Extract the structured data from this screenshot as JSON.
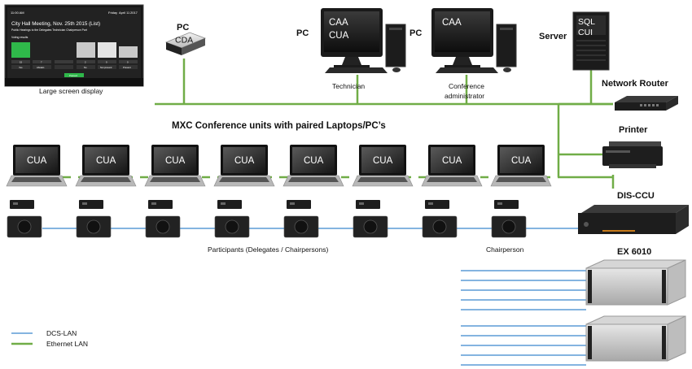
{
  "large_display": {
    "caption": "Large screen display",
    "header_left": "11:00 AM",
    "header_right": [
      "Friday",
      "April 11",
      "2017"
    ],
    "meeting_title": "City Hall Meeting, Nov. 25th 2015 (List)",
    "meeting_subtitle": "Public Hearings to the Delegates Technician Chairperson Part",
    "section_label": "Voting results",
    "tile_labels": [
      "Yes",
      "Abstain",
      "No",
      "Not present",
      "Present"
    ],
    "tile_counts": [
      "15",
      "7",
      "2",
      "0",
      "0"
    ],
    "status_button": "Passed"
  },
  "pc_cda": {
    "label": "PC",
    "screen_text": "CDA"
  },
  "technician_pc": {
    "pc_label": "PC",
    "screen_lines": [
      "CAA",
      "CUA"
    ],
    "caption": "Technician"
  },
  "admin_pc": {
    "pc_label": "PC",
    "screen_lines": [
      "CAA"
    ],
    "caption_lines": [
      "Conference",
      "administrator"
    ]
  },
  "server": {
    "label": "Server",
    "screen_lines": [
      "SQL",
      "CUI"
    ]
  },
  "network_router": {
    "label": "Network Router"
  },
  "printer": {
    "label": "Printer"
  },
  "dis_ccu": {
    "label": "DIS-CCU"
  },
  "ex6010": {
    "label": "EX 6010"
  },
  "conference_units": {
    "title": "MXC Conference units with paired Laptops/PC’s",
    "laptop_screen_text": "CUA",
    "count": 8,
    "participants_caption": "Participants (Delegates / Chairpersons)",
    "chairperson_caption": "Chairperson"
  },
  "legend": [
    {
      "label": "DCS-LAN",
      "color": "#5b9bd5"
    },
    {
      "label": "Ethernet LAN",
      "color": "#70ad47"
    }
  ],
  "colors": {
    "dcs_lan": "#5b9bd5",
    "ethernet_lan": "#70ad47"
  }
}
